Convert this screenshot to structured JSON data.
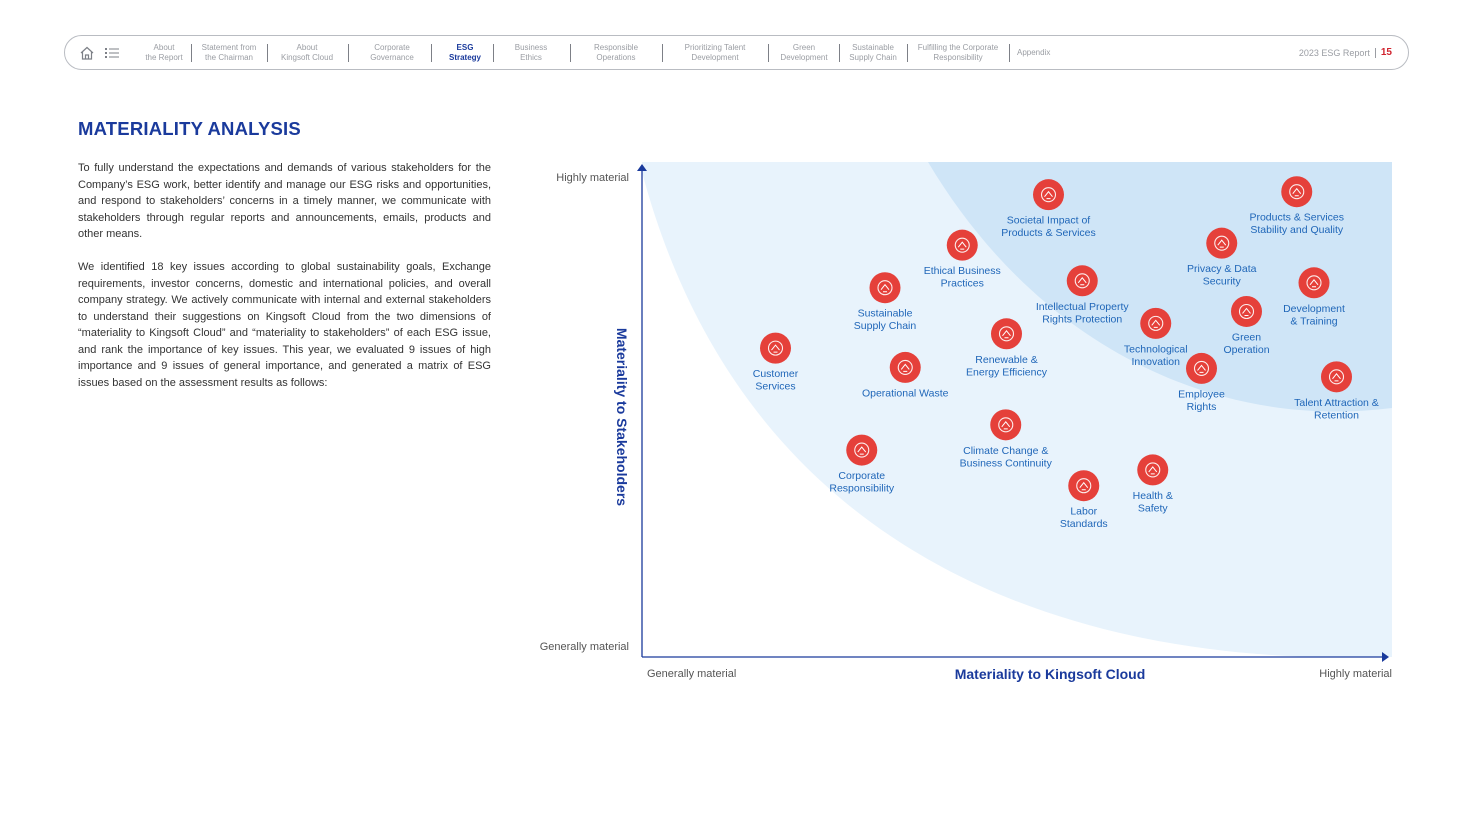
{
  "nav": {
    "items": [
      {
        "label": "About\nthe Report",
        "active": false
      },
      {
        "label": "Statement from\nthe Chairman",
        "active": false
      },
      {
        "label": "About\nKingsoft Cloud",
        "active": false
      },
      {
        "label": "Corporate\nGovernance",
        "active": false
      },
      {
        "label": "ESG\nStrategy",
        "active": true
      },
      {
        "label": "Business\nEthics",
        "active": false
      },
      {
        "label": "Responsible\nOperations",
        "active": false
      },
      {
        "label": "Prioritizing Talent\nDevelopment",
        "active": false
      },
      {
        "label": "Green\nDevelopment",
        "active": false
      },
      {
        "label": "Sustainable\nSupply Chain",
        "active": false
      },
      {
        "label": "Fulfilling the Corporate\nResponsibility",
        "active": false
      },
      {
        "label": "Appendix",
        "active": false
      }
    ],
    "report_label": "2023 ESG Report",
    "page_number": "15"
  },
  "section_title": "MATERIALITY ANALYSIS",
  "paragraphs": [
    "To fully understand the expectations and demands of various stakeholders for the Company’s ESG work, better identify and manage our ESG risks and opportunities, and respond to stakeholders’ concerns in a timely manner, we communicate with stakeholders through regular reports and announcements, emails, products and other means.",
    "We identified 18 key issues according to global sustainability goals, Exchange requirements, investor concerns, domestic and international policies, and overall company strategy. We actively communicate with internal and external stakeholders to understand their suggestions on Kingsoft Cloud from the two dimensions of “materiality to Kingsoft Cloud” and “materiality to stakeholders” of each ESG issue, and rank the importance of key issues. This year, we evaluated 9 issues of high importance and 9 issues of general importance, and generated a matrix of ESG issues based on the assessment results as follows:"
  ],
  "colors": {
    "accent": "#1a3a9c",
    "issue_circle": "#e5403a",
    "label": "#1f66b8",
    "zone_general": "#e8f3fc",
    "zone_high": "#cfe5f7",
    "page_number": "#d0222d"
  },
  "chart_data": {
    "type": "scatter",
    "xlabel": "Materiality to Kingsoft Cloud",
    "ylabel": "Materiality to Stakeholders",
    "x_tick_labels": [
      "Generally material",
      "Highly material"
    ],
    "y_tick_labels": [
      "Generally material",
      "Highly material"
    ],
    "xlim": [
      0,
      100
    ],
    "ylim": [
      0,
      100
    ],
    "zones": [
      "general importance",
      "high importance"
    ],
    "points": [
      {
        "name": "Societal Impact of Products & Services",
        "lines": [
          "Societal Impact of",
          "Products & Services"
        ],
        "x": 54.2,
        "y": 93.4,
        "icon": "society-icon",
        "label_pos": "below"
      },
      {
        "name": "Products & Services Stability and Quality",
        "lines": [
          "Products & Services",
          "Stability and Quality"
        ],
        "x": 87.3,
        "y": 94.0,
        "icon": "quality-icon",
        "label_pos": "below"
      },
      {
        "name": "Ethical Business Practices",
        "lines": [
          "Ethical Business",
          "Practices"
        ],
        "x": 42.7,
        "y": 83.2,
        "icon": "ethics-icon",
        "label_pos": "below"
      },
      {
        "name": "Privacy & Data Security",
        "lines": [
          "Privacy & Data",
          "Security"
        ],
        "x": 77.3,
        "y": 83.6,
        "icon": "privacy-icon",
        "label_pos": "below"
      },
      {
        "name": "Intellectual Property Rights Protection",
        "lines": [
          "Intellectual Property",
          "Rights Protection"
        ],
        "x": 58.7,
        "y": 76.0,
        "icon": "ip-icon",
        "label_pos": "below"
      },
      {
        "name": "Development & Training",
        "lines": [
          "Development",
          "& Training"
        ],
        "x": 89.6,
        "y": 75.6,
        "icon": "training-icon",
        "label_pos": "below"
      },
      {
        "name": "Sustainable Supply Chain",
        "lines": [
          "Sustainable",
          "Supply Chain"
        ],
        "x": 32.4,
        "y": 74.6,
        "icon": "supply-chain-icon",
        "label_pos": "below"
      },
      {
        "name": "Green Operation",
        "lines": [
          "Green",
          "Operation"
        ],
        "x": 80.6,
        "y": 69.8,
        "icon": "green-icon",
        "label_pos": "below"
      },
      {
        "name": "Technological Innovation",
        "lines": [
          "Technological",
          "Innovation"
        ],
        "x": 68.5,
        "y": 67.4,
        "icon": "innovation-icon",
        "label_pos": "below"
      },
      {
        "name": "Renewable & Energy Efficiency",
        "lines": [
          "Renewable &",
          "Energy Efficiency"
        ],
        "x": 48.6,
        "y": 65.3,
        "icon": "energy-icon",
        "label_pos": "below"
      },
      {
        "name": "Customer Services",
        "lines": [
          "Customer",
          "Services"
        ],
        "x": 17.8,
        "y": 62.4,
        "icon": "customer-icon",
        "label_pos": "below"
      },
      {
        "name": "Operational Waste",
        "lines": [
          "Operational Waste"
        ],
        "x": 35.1,
        "y": 58.5,
        "icon": "waste-icon",
        "label_pos": "below"
      },
      {
        "name": "Employee Rights",
        "lines": [
          "Employee",
          "Rights"
        ],
        "x": 74.6,
        "y": 58.3,
        "icon": "employee-icon",
        "label_pos": "below"
      },
      {
        "name": "Talent Attraction & Retention",
        "lines": [
          "Talent Attraction &",
          "Retention"
        ],
        "x": 92.6,
        "y": 56.6,
        "icon": "talent-icon",
        "label_pos": "below"
      },
      {
        "name": "Climate Change & Business Continuity",
        "lines": [
          "Climate Change &",
          "Business Continuity"
        ],
        "x": 48.5,
        "y": 46.9,
        "icon": "climate-icon",
        "label_pos": "below"
      },
      {
        "name": "Corporate Responsibility",
        "lines": [
          "Corporate",
          "Responsibility"
        ],
        "x": 29.3,
        "y": 41.8,
        "icon": "responsibility-icon",
        "label_pos": "below"
      },
      {
        "name": "Health & Safety",
        "lines": [
          "Health &",
          "Safety"
        ],
        "x": 68.1,
        "y": 37.8,
        "icon": "health-icon",
        "label_pos": "below"
      },
      {
        "name": "Labor Standards",
        "lines": [
          "Labor",
          "Standards"
        ],
        "x": 58.9,
        "y": 34.6,
        "icon": "labor-icon",
        "label_pos": "below"
      }
    ]
  }
}
